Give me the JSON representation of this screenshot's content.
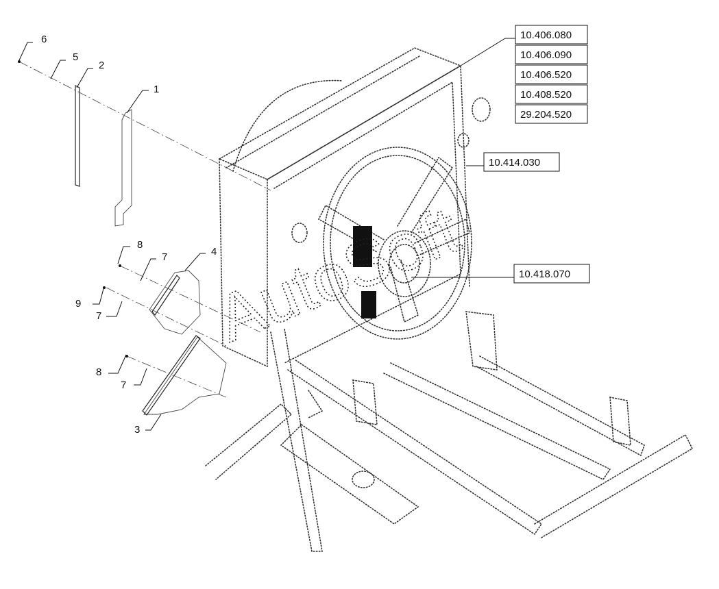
{
  "watermark": "AutoSoft",
  "item_labels": [
    "6",
    "5",
    "2",
    "1",
    "8",
    "7",
    "4",
    "9",
    "7",
    "8",
    "7",
    "3"
  ],
  "reference_codes": [
    "10.406.080",
    "10.406.090",
    "10.406.520",
    "10.408.520",
    "29.204.520",
    "10.414.030",
    "10.418.070"
  ],
  "colors": {
    "line": "#222222",
    "background": "#ffffff"
  }
}
